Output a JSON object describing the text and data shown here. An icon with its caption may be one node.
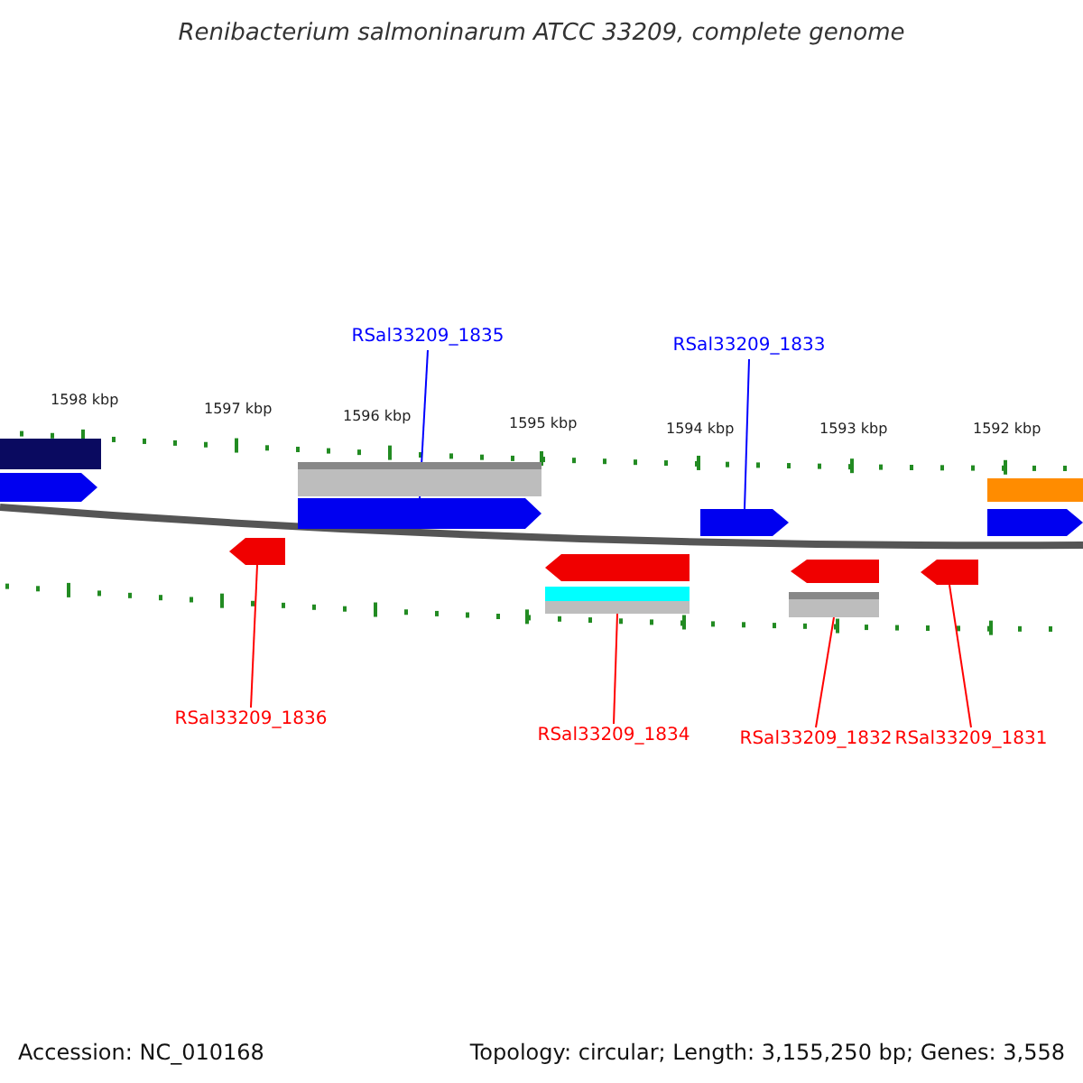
{
  "diagram": {
    "title": "Renibacterium salmoninarum ATCC 33209, complete genome",
    "nodes": [
      {
        "text": [
          "RSal33209_1835"
        ]
      },
      {
        "text": [
          "RSal33209_1833"
        ]
      },
      {
        "text": [],
        "shape": "bar"
      },
      {
        "text": [],
        "shape": "bar"
      },
      {
        "text": [],
        "shape": "bar"
      },
      {
        "text": [],
        "shape": "bar"
      },
      {
        "text": [],
        "shape": "bar"
      },
      {
        "text": [],
        "shape": "bar"
      },
      {
        "text": [],
        "shape": "bar"
      },
      {
        "text": [],
        "shape": "bar"
      },
      {
        "text": [],
        "shape": "bar"
      },
      {
        "text": [],
        "shape": "bar"
      },
      {
        "text": [],
        "shape": "bar"
      },
      {
        "text": [],
        "shape": "bar"
      },
      {
        "text": [],
        "shape": "bar"
      },
      {
        "text": [],
        "shape": "bar"
      },
      {
        "text": [
          "RSal33209_1836"
        ]
      },
      {
        "text": [
          "RSal33209_1834"
        ]
      },
      {
        "text": [
          "RSal33209_1832"
        ]
      },
      {
        "text": [
          "RSal33209_1831"
        ]
      }
    ],
    "edges": [
      {
        "from": 0,
        "to": 6,
        "arrow": "none",
        "color": "#0000ff"
      },
      {
        "from": 1,
        "to": 7,
        "arrow": "none",
        "color": "#0000ff"
      },
      {
        "from": 16,
        "to": 9,
        "arrow": "none",
        "color": "#ff0000"
      },
      {
        "from": 17,
        "to": 14,
        "arrow": "none",
        "color": "#ff0000"
      },
      {
        "from": 18,
        "to": 15,
        "arrow": "none",
        "color": "#ff0000"
      },
      {
        "from": 19,
        "to": 12,
        "arrow": "none",
        "color": "#ff0000"
      }
    ],
    "labels": [
      "1598 kbp",
      "1597 kbp",
      "1596 kbp",
      "1595 kbp",
      "1594 kbp",
      "1593 kbp",
      "1592 kbp",
      "Accession: NC_010168",
      "Topology: circular; Length: 3,155,250 bp; Genes: 3,558"
    ]
  }
}
